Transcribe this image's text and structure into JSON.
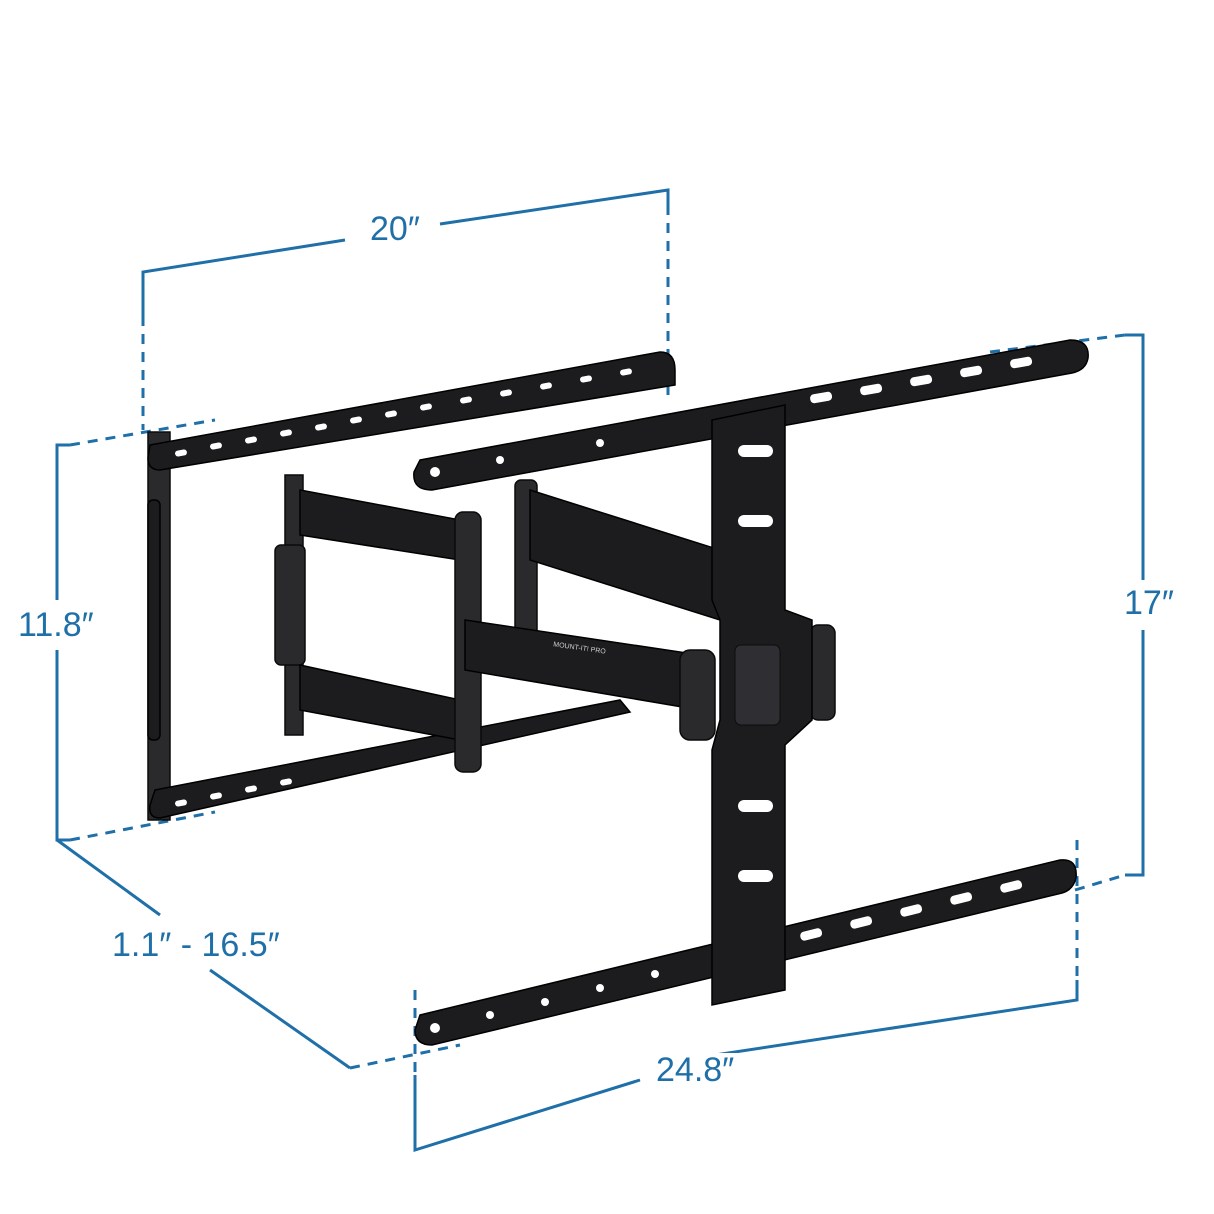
{
  "diagram": {
    "subject": "Full-motion TV wall mount",
    "brand_text": "MOUNT-IT! PRO",
    "accent_color": "#1f6fa8",
    "dimensions": {
      "wall_plate_width": "20″",
      "wall_plate_height": "11.8″",
      "extension_range": "1.1″ - 16.5″",
      "tv_bracket_height": "17″",
      "tv_bracket_width": "24.8″"
    }
  }
}
